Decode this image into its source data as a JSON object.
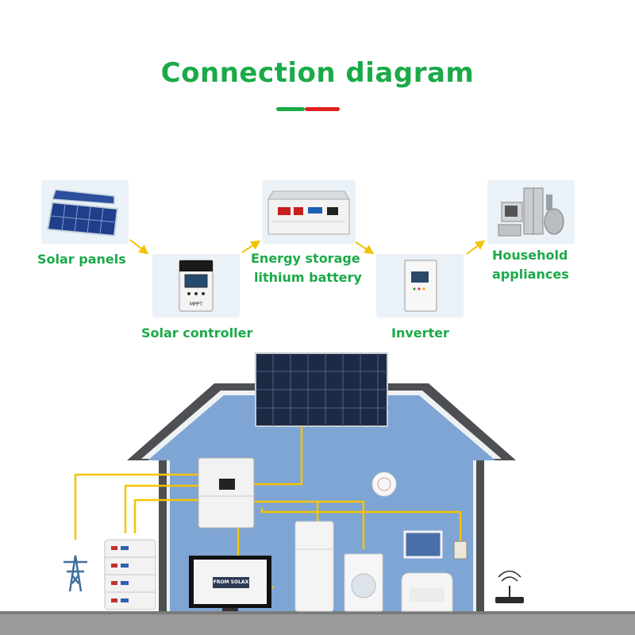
{
  "header": {
    "title": "Connection diagram",
    "accent_colors": [
      "#1aaa48",
      "#e02020"
    ]
  },
  "flow": {
    "items": [
      {
        "id": "solar-panels",
        "label": "Solar panels",
        "icon": "solar-panel-icon"
      },
      {
        "id": "solar-controller",
        "label": "Solar controller",
        "icon": "mppt-controller-icon"
      },
      {
        "id": "battery",
        "label_line1": "Energy storage",
        "label_line2": "lithium battery",
        "icon": "battery-rack-icon"
      },
      {
        "id": "inverter",
        "label": "Inverter",
        "icon": "inverter-icon"
      },
      {
        "id": "appliances",
        "label_line1": "Household",
        "label_line2": "appliances",
        "icon": "appliances-icon"
      }
    ],
    "arrow_color": "#f2c200"
  },
  "controller_screen_text": "MPPT",
  "house": {
    "wall_color": "#7ea5d4",
    "roof_color": "#4d4f52",
    "wire_color": "#f5c400",
    "tv_screen_text": "FROM SOLAX",
    "icons": [
      "roof-solar-panel-icon",
      "hybrid-inverter-icon",
      "battery-stack-icon",
      "pylon-icon",
      "tv-icon",
      "fridge-icon",
      "washing-machine-icon",
      "armchair-icon",
      "picture-frame-icon",
      "smart-meter-icon",
      "smoke-detector-icon",
      "wifi-router-icon"
    ]
  }
}
